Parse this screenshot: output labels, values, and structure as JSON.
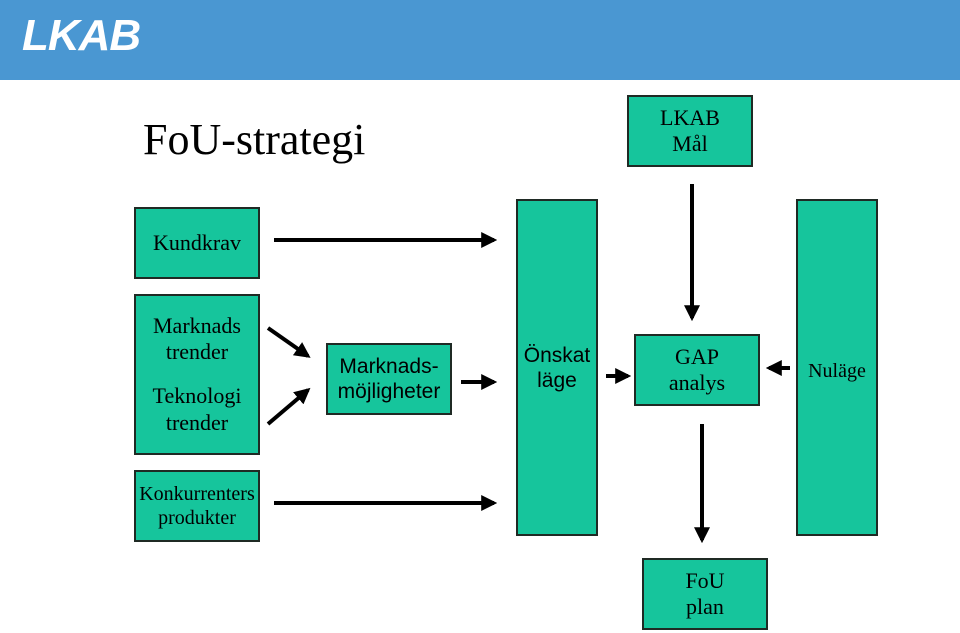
{
  "header": {
    "logo_text": "LKAB",
    "brand_color": "#4a97d2"
  },
  "title": "FoU-strategi",
  "nodes": {
    "lkab_mal": "LKAB\nMål",
    "kundkrav": "Kundkrav",
    "marknads_trender": "Marknads\ntrender",
    "teknologi_trender": "Teknologi\ntrender",
    "konkurrenters_produkter": "Konkurrenters\nprodukter",
    "marknadsmojligheter": "Marknads-\nmöjligheter",
    "onskat_lage": "Önskat\nläge",
    "gap_analys": "GAP\nanalys",
    "nulage": "Nuläge",
    "fou_plan": "FoU\nplan"
  },
  "colors": {
    "box_fill": "#16c59c",
    "box_border": "#1f2a24",
    "arrow": "#000000"
  }
}
